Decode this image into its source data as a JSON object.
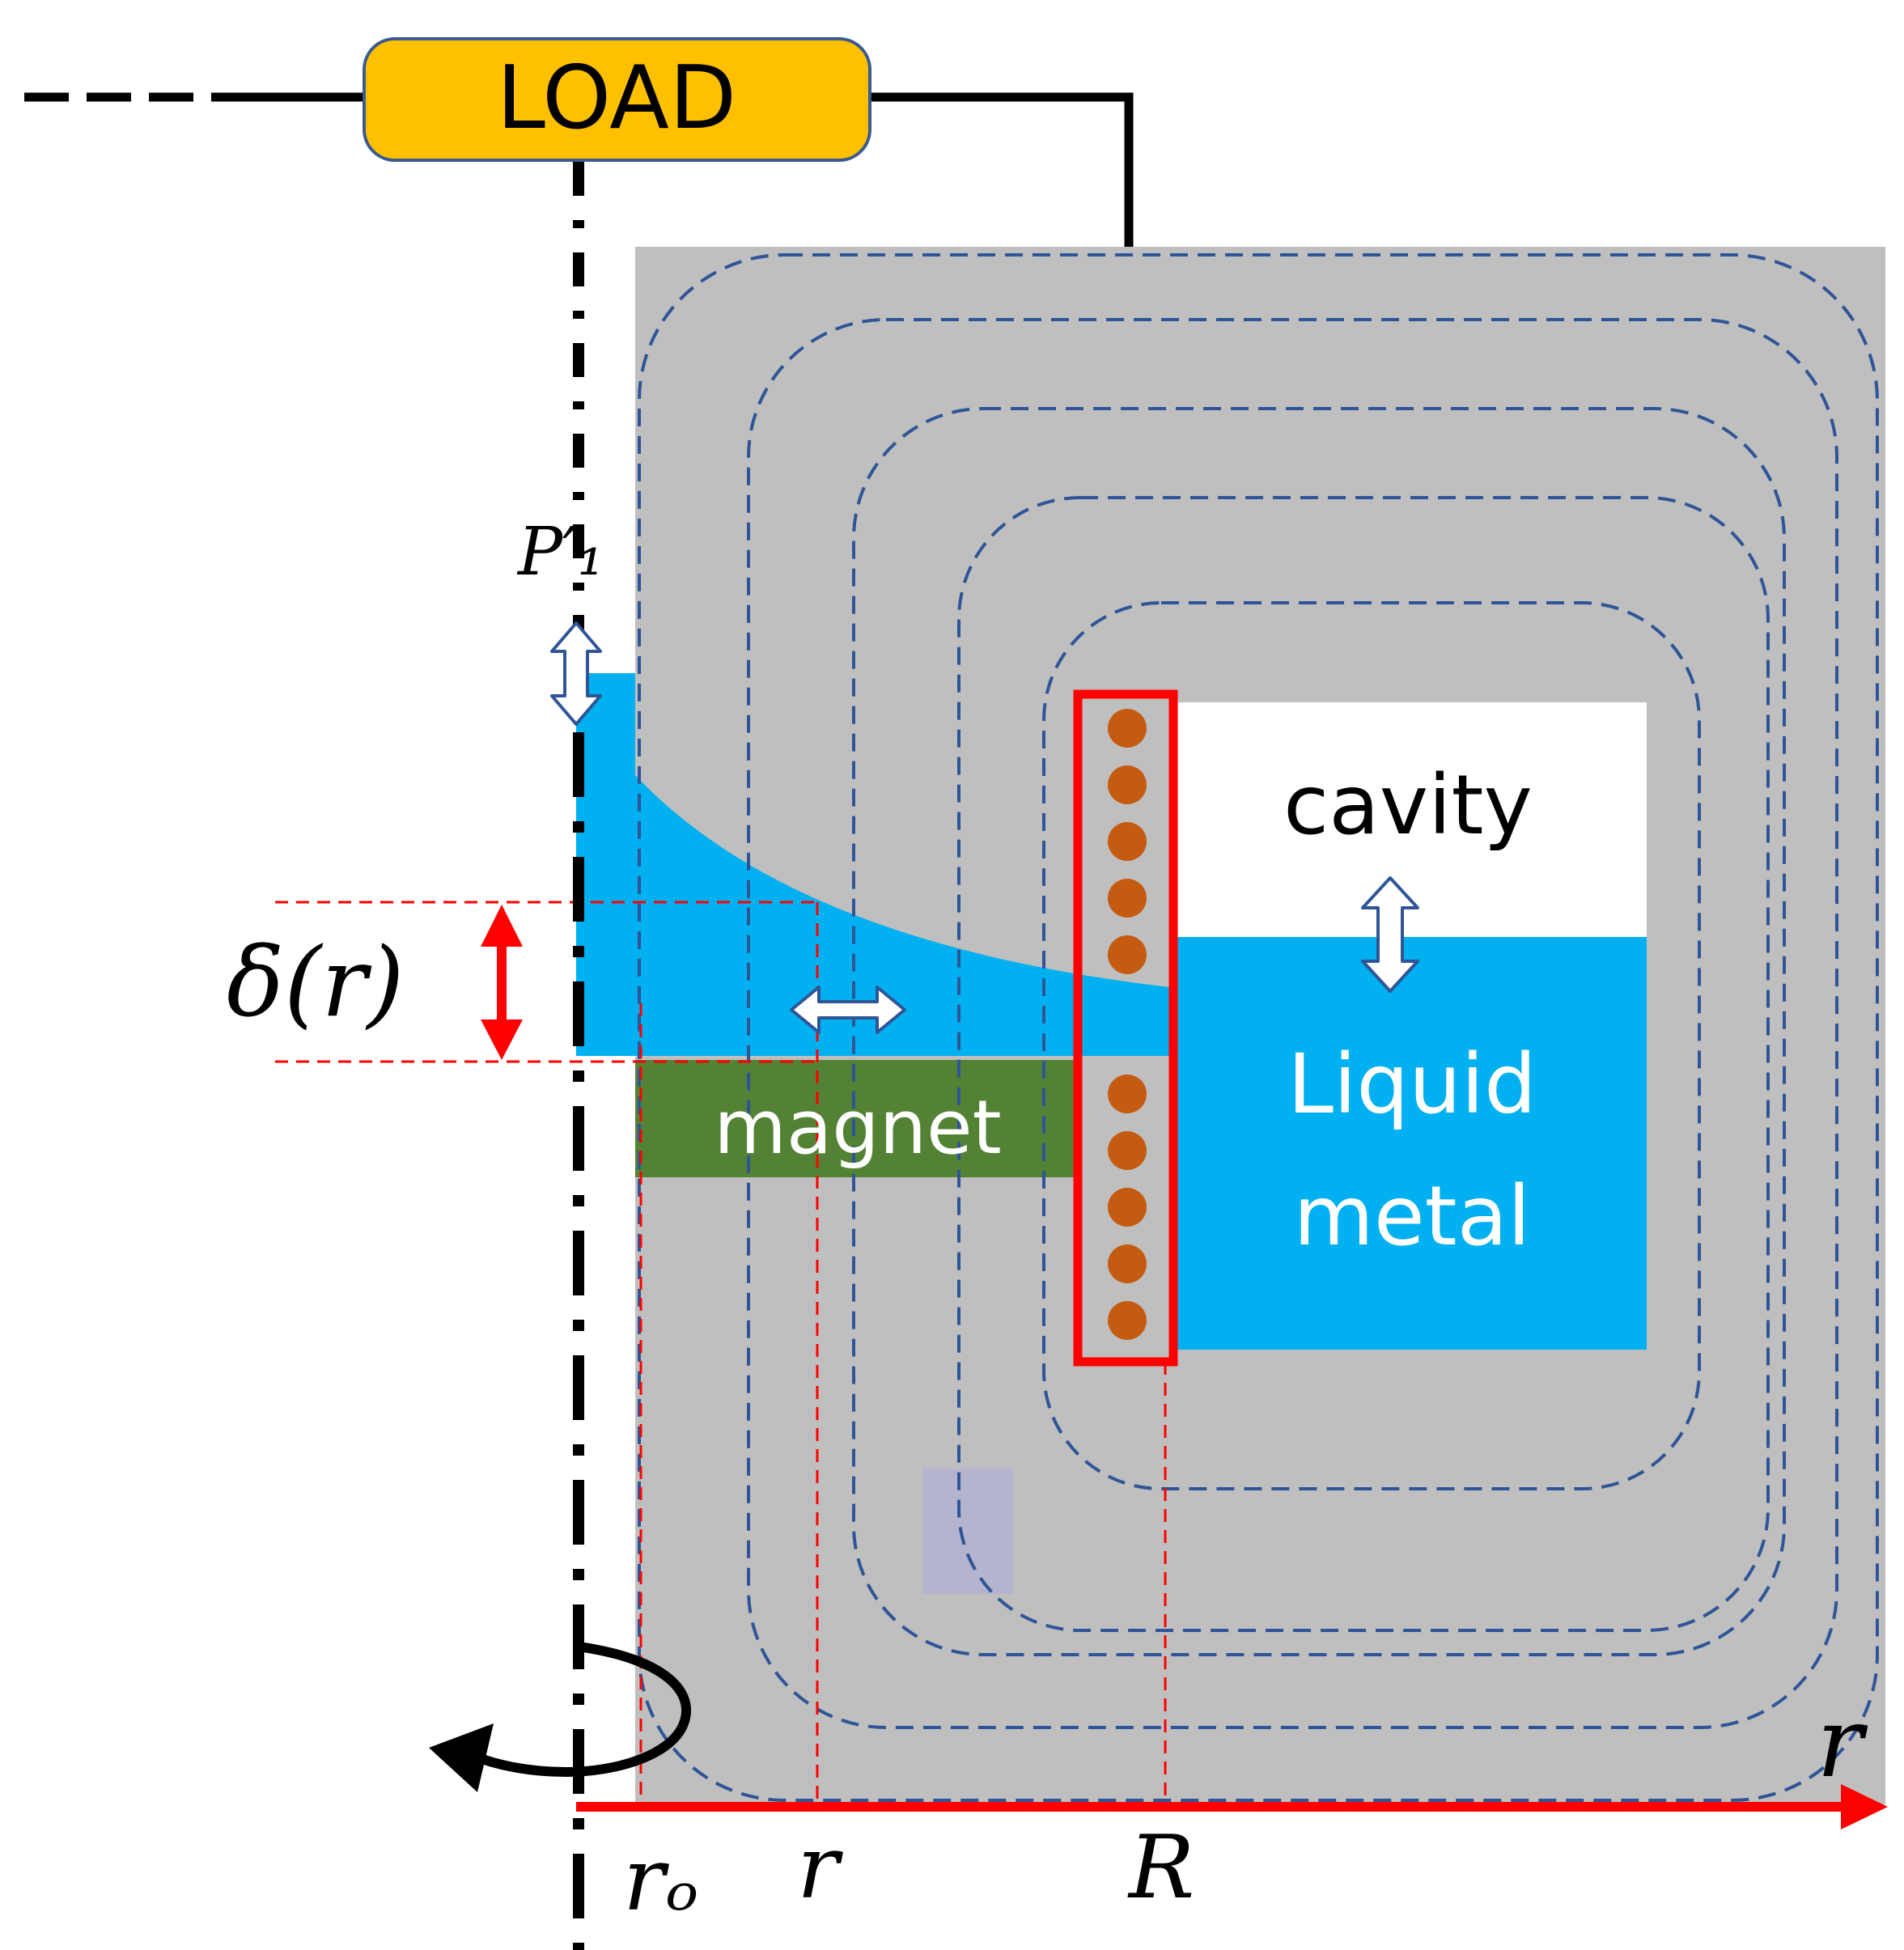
{
  "labels": {
    "load": "LOAD",
    "cavity": "cavity",
    "liquid_metal_line1": "Liquid",
    "liquid_metal_line2": "metal",
    "magnet": "magnet",
    "pressure": "P′₁",
    "delta": "δ(r)",
    "r0": "rₒ",
    "r": "r",
    "R": "R",
    "r_axis": "r"
  },
  "colors": {
    "load_fill": "#FFC000",
    "load_stroke": "#3B5B8C",
    "core": "#BFBFBF",
    "liquid": "#00B0F0",
    "magnet": "#548235",
    "coil_frame": "#FF0000",
    "coil_wire": "#C55A11",
    "flux_lines": "#2F5597",
    "red_guides": "#FF0000",
    "purple_block": "#B4B4CE"
  },
  "icons": {
    "double_arrow": "double-headed-arrow-icon",
    "rotation": "rotation-arrow-icon"
  }
}
